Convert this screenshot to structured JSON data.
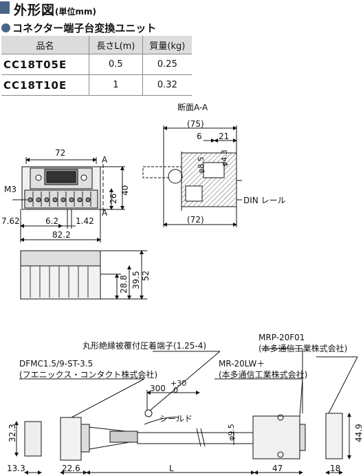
{
  "header": {
    "title": "外形図",
    "unit": "(単位mm)"
  },
  "section": {
    "title": "コネクター端子台変換ユニット"
  },
  "table": {
    "headers": [
      "品名",
      "長さL(m)",
      "質量(kg)"
    ],
    "rows": [
      {
        "name": "CC18T05E",
        "length": "0.5",
        "mass": "0.25"
      },
      {
        "name": "CC18T10E",
        "length": "1",
        "mass": "0.32"
      }
    ]
  },
  "front_view": {
    "width": "72",
    "height_a": "26",
    "height_b": "40",
    "screw": "M3",
    "offset": "7.62",
    "pitch": "6.2",
    "gap": "1.42",
    "overall": "82.2",
    "section_mark": "A"
  },
  "section_view": {
    "title": "断面A-A",
    "total": "(75)",
    "dim_6": "6",
    "dim_21": "21",
    "phi85": "φ8.5",
    "phi43": "φ4.3",
    "bottom": "(72)",
    "rail": "DIN レール"
  },
  "side_view": {
    "h1": "28.8",
    "h2": "39.5",
    "h3": "52"
  },
  "assembly": {
    "terminal": "丸形絶縁被覆付圧着端子(1.25-4)",
    "plug_model": "DFMC1.5/9-ST-3.5",
    "plug_maker": "(フエニックス・コンタクト株式会社)",
    "connector_model": "MRP-20F01",
    "connector_maker": "(本多通信工業株式会社)",
    "shell_model": "MR-20LW＋",
    "shell_maker": "(本多通信工業株式会社)",
    "shield_len": "300",
    "tol_plus": "+30",
    "tol_minus": "0",
    "shield": "シールド",
    "dia": "φ9.5",
    "h_left": "32.3",
    "w_left": "13.3",
    "w_plug": "22.6",
    "length": "L",
    "w_shell": "47",
    "w_conn": "18",
    "h_conn": "44.9"
  }
}
